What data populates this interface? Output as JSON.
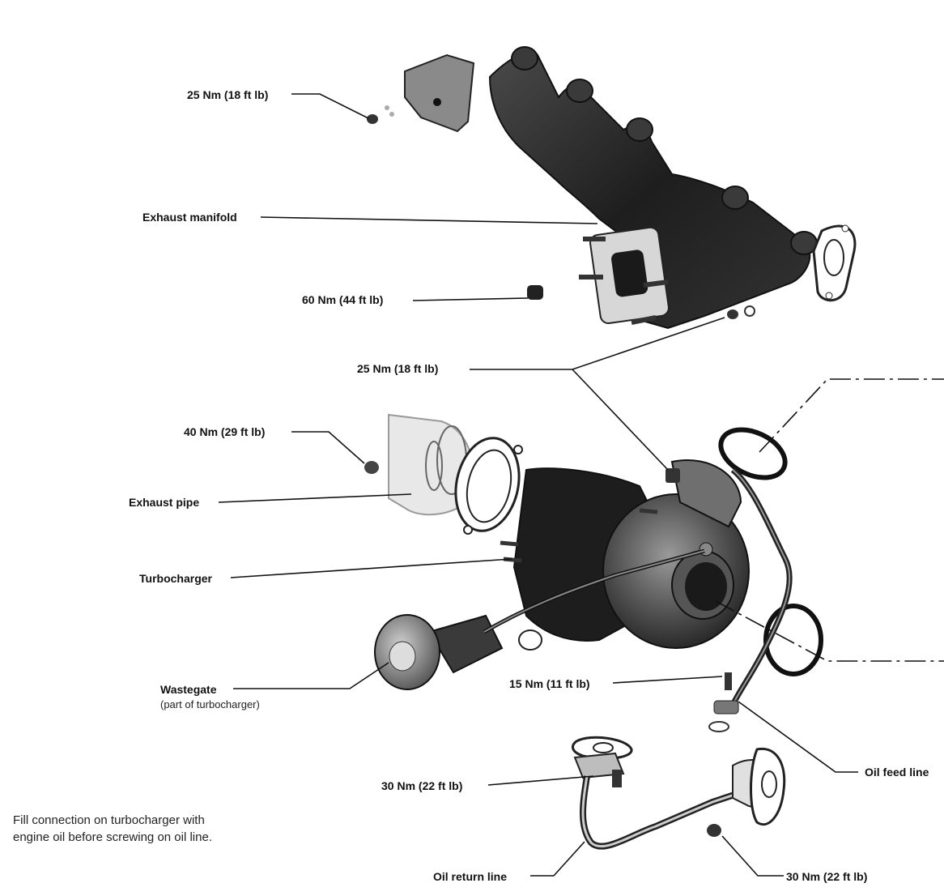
{
  "callouts": {
    "torque_top": "25 Nm (18 ft lb)",
    "exhaust_manifold": "Exhaust manifold",
    "torque_60": "60 Nm (44 ft lb)",
    "torque_25_mid": "25 Nm (18 ft lb)",
    "torque_40": "40 Nm (29 ft lb)",
    "exhaust_pipe": "Exhaust pipe",
    "turbocharger": "Turbocharger",
    "wastegate": "Wastegate",
    "wastegate_note": "(part of turbocharger)",
    "torque_15": "15 Nm (11 ft lb)",
    "oil_feed_line": "Oil feed line",
    "torque_30_left": "30 Nm (22 ft lb)",
    "oil_return_line": "Oil return line",
    "torque_30_bottom": "30 Nm (22 ft lb)"
  },
  "instruction": {
    "line1": "Fill connection on turbocharger with",
    "line2": "engine oil before screwing on oil line."
  },
  "colors": {
    "ink": "#111111",
    "part_dark": "#2a2a2a",
    "part_mid": "#6a6a6a",
    "part_light": "#bdbdbd",
    "paper": "#ffffff"
  }
}
